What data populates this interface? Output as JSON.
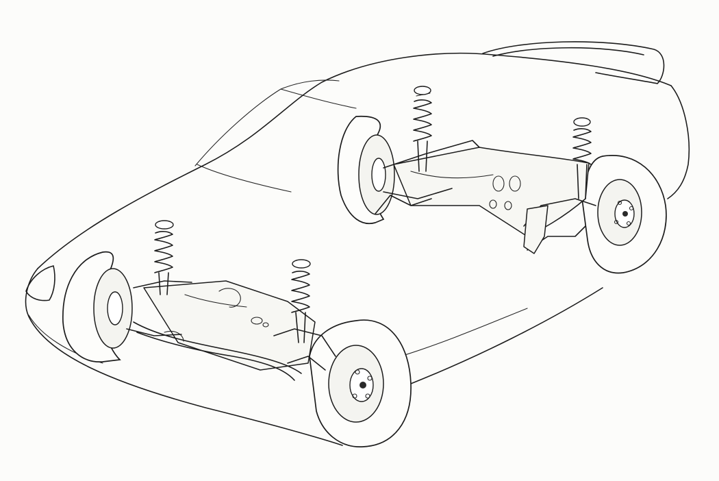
{
  "figure": {
    "icons": [
      "car-body-outline",
      "front-suspension-assembly",
      "rear-suspension-assembly",
      "coil-spring-strut",
      "brake-disc",
      "wheel"
    ]
  },
  "colors": {
    "line": "#1c1c1c",
    "paper": "#fcfcfa"
  }
}
